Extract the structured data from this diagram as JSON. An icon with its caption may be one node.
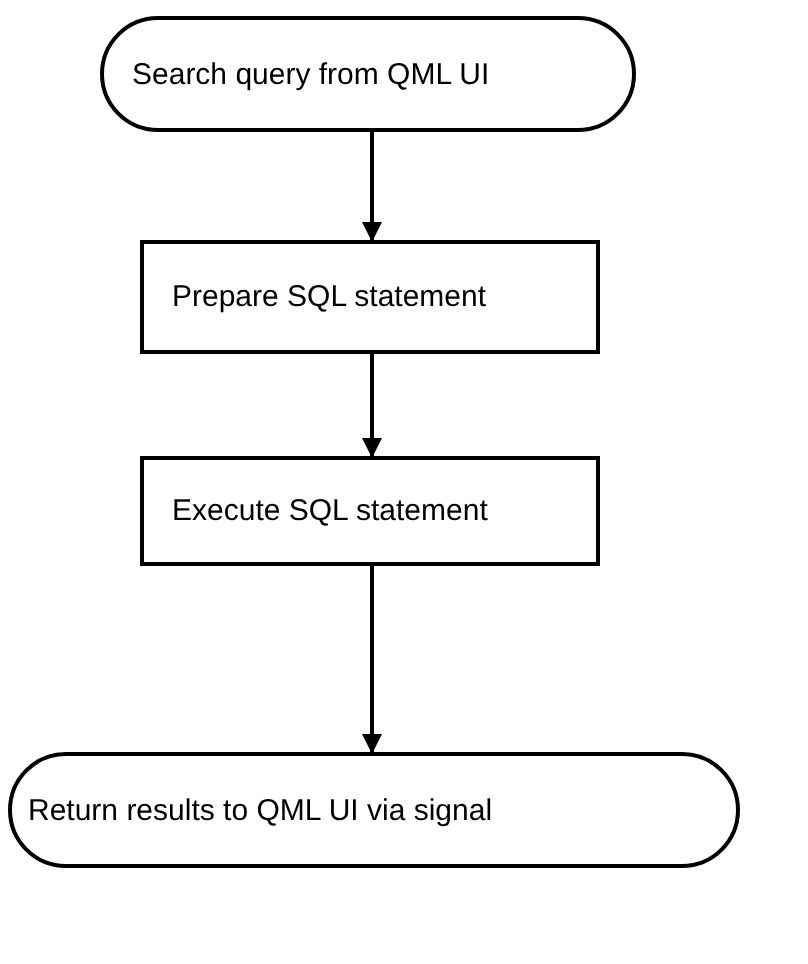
{
  "diagram": {
    "nodes": [
      {
        "text": [
          "Search query from QML UI"
        ]
      },
      {
        "text": [
          "Prepare SQL statement"
        ]
      },
      {
        "text": [
          "Execute SQL statement"
        ]
      },
      {
        "text": [
          "Return results to QML UI via signal"
        ]
      }
    ],
    "edges": [
      {
        "from": 0,
        "to": 1,
        "arrow": "to"
      },
      {
        "from": 1,
        "to": 2,
        "arrow": "to"
      },
      {
        "from": 2,
        "to": 3,
        "arrow": "to"
      }
    ]
  }
}
